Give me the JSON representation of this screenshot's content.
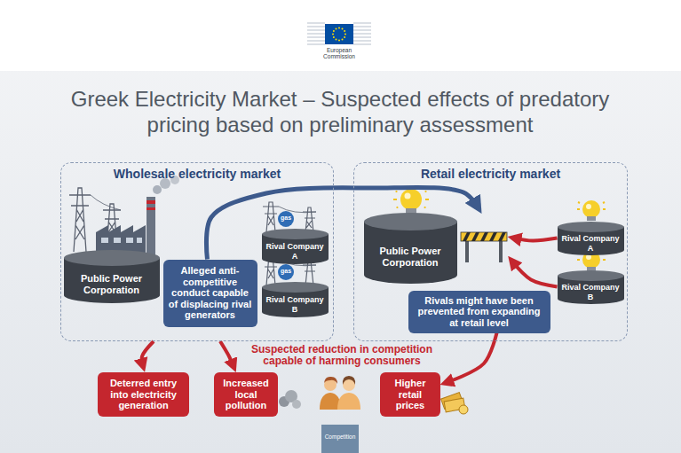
{
  "diagram": {
    "title": "Greek Electricity Market – Suspected effects of predatory pricing based on preliminary assessment",
    "nodes": [
      {
        "text": [
          "Wholesale electricity market"
        ]
      },
      {
        "text": [
          "Public Power Corporation"
        ],
        "in": 0
      },
      {
        "text": [
          "Rival Company A"
        ],
        "in": 0
      },
      {
        "text": [
          "Rival Company B"
        ],
        "in": 0
      },
      {
        "text": [
          "Alleged anti-competitive conduct capable of displacing rival generators"
        ],
        "in": 0
      },
      {
        "text": [
          "Retail electricity market"
        ]
      },
      {
        "text": [
          "Public Power Corporation"
        ],
        "in": 5
      },
      {
        "text": [
          "Rival Company A"
        ],
        "in": 5
      },
      {
        "text": [
          "Rival Company B"
        ],
        "in": 5
      },
      {
        "text": [
          "Rivals might have been prevented from expanding at retail level"
        ],
        "in": 5
      },
      {
        "text": [
          "Deterred entry into electricity generation"
        ]
      },
      {
        "text": [
          "Increased local pollution"
        ]
      },
      {
        "text": [
          "Higher retail prices"
        ]
      }
    ],
    "edges": [
      {
        "from": 4,
        "to": 6,
        "arrow": "to"
      },
      {
        "from": 7,
        "to": 6,
        "arrow": "to"
      },
      {
        "from": 8,
        "to": 6,
        "arrow": "to"
      },
      {
        "from": 0,
        "to": 10,
        "arrow": "to"
      },
      {
        "from": 0,
        "to": 11,
        "arrow": "to"
      },
      {
        "from": 9,
        "to": 12,
        "arrow": "to"
      }
    ],
    "labels": [
      "European Commission",
      "gas",
      "gas",
      "Suspected reduction in competition capable of harming consumers",
      "Competition"
    ]
  }
}
